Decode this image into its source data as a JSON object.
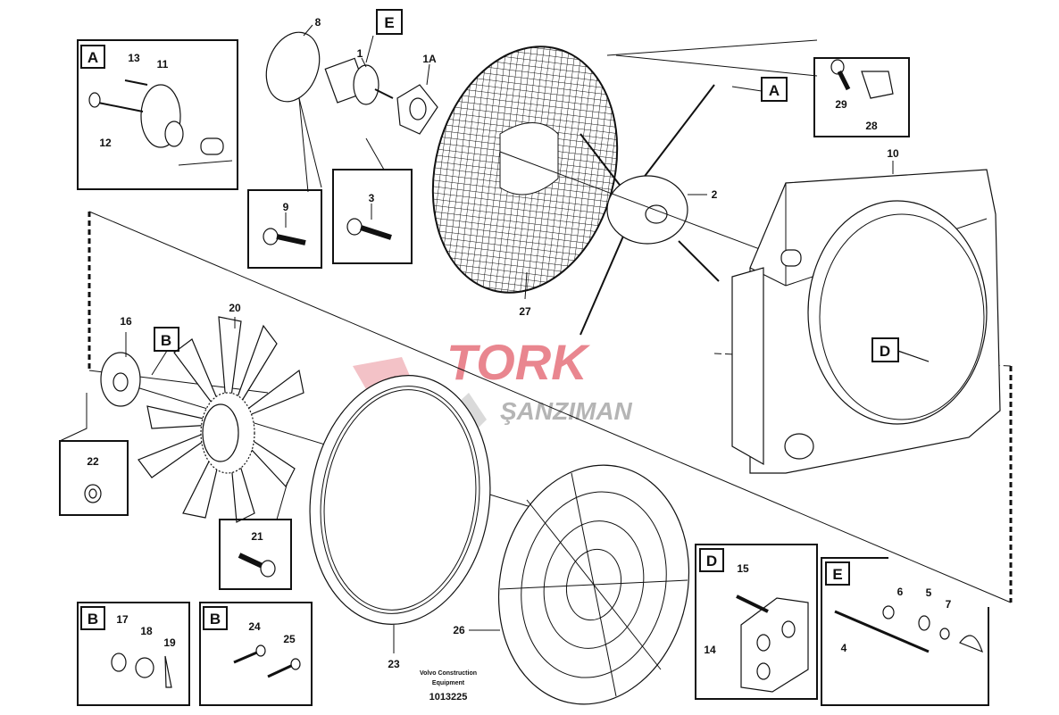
{
  "diagram": {
    "callouts": [
      "8",
      "1",
      "1A",
      "13",
      "11",
      "12",
      "9",
      "3",
      "29",
      "28",
      "2",
      "10",
      "27",
      "16",
      "20",
      "22",
      "21",
      "15",
      "14",
      "6",
      "5",
      "7",
      "4",
      "17",
      "18",
      "19",
      "24",
      "25",
      "23",
      "26"
    ],
    "section_labels": [
      "E",
      "A",
      "A",
      "B",
      "D",
      "B",
      "B",
      "D",
      "E"
    ],
    "caption": {
      "line1": "Volvo Construction",
      "line2": "Equipment",
      "number": "1013225"
    },
    "watermark": {
      "line1": "TORK",
      "line2": "ŞANZIMAN"
    },
    "colors": {
      "ink": "#111111",
      "watermark_red": "#e9868f",
      "watermark_gray": "#b5b5b5"
    }
  }
}
